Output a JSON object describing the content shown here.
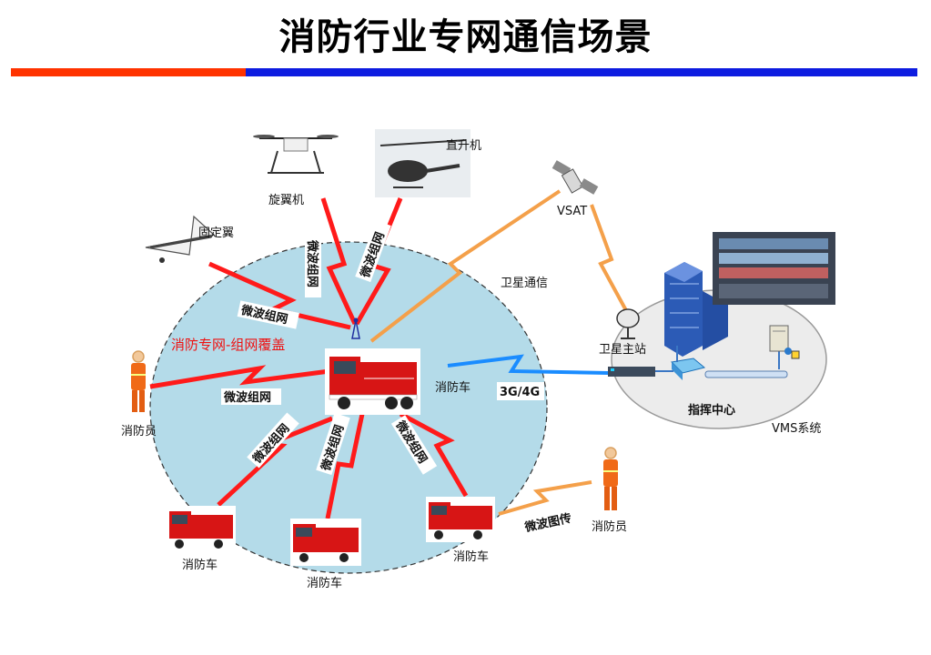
{
  "title": "消防行业专网通信场景",
  "colors": {
    "accent_red": "#ff3300",
    "accent_blue": "#0d1ce0",
    "lightning_red": "#ff1a1a",
    "lightning_orange": "#f4a04a",
    "lightning_blue": "#1a8cff",
    "coverage_fill": "#b4dbe9"
  },
  "nodes": {
    "rotor_drone": "旋翼机",
    "helicopter": "直升机",
    "fixed_wing": "固定翼",
    "vsat": "VSAT",
    "satellite_comm": "卫星通信",
    "coverage": "消防专网-组网覆盖",
    "firefighter_left": "消防员",
    "firefighter_right": "消防员",
    "truck_center": "消防车",
    "truck_1": "消防车",
    "truck_2": "消防车",
    "truck_3": "消防车",
    "ground_station": "卫星主站",
    "command_center": "指挥中心",
    "vms": "VMS系统",
    "cellular": "3G/4G"
  },
  "links": {
    "mw_drone": "微波组网",
    "mw_heli": "微波组网",
    "mw_fixed": "微波组网",
    "mw_left": "微波组网",
    "mw_truck1": "微波组网",
    "mw_truck2": "微波组网",
    "mw_truck3": "微波组网",
    "mw_video": "微波图传"
  }
}
